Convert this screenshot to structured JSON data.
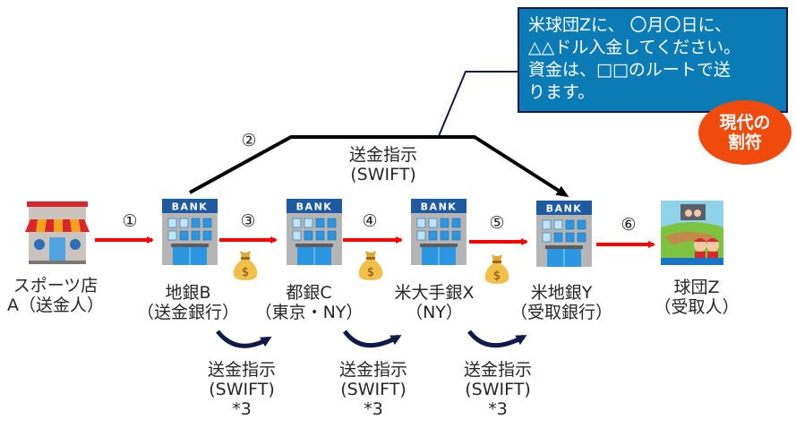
{
  "callout": {
    "lines": [
      "米球団Zに、 〇月〇日に、",
      "△△ドル入金してください。",
      "資金は、□□のルートで送",
      "ります。"
    ]
  },
  "badge": {
    "lines": [
      "現代の",
      "割符"
    ]
  },
  "top_route": {
    "step": "②",
    "lines": [
      "送金指示",
      "(SWIFT)"
    ]
  },
  "nodes": [
    {
      "icon": "shop-icon",
      "lines": [
        "スポーツ店",
        "A（送金人）"
      ]
    },
    {
      "icon": "bank-icon",
      "bank_sign": "BANK",
      "lines": [
        "地銀B",
        "（送金銀行）"
      ]
    },
    {
      "icon": "bank-icon",
      "bank_sign": "BANK",
      "lines": [
        "都銀C",
        "（東京・NY）"
      ]
    },
    {
      "icon": "bank-icon",
      "bank_sign": "BANK",
      "lines": [
        "米大手銀X",
        "（NY）"
      ]
    },
    {
      "icon": "bank-icon",
      "bank_sign": "BANK",
      "lines": [
        "米地銀Y",
        "（受取銀行）"
      ]
    },
    {
      "icon": "baseball-team-icon",
      "lines": [
        "球団Z",
        "（受取人）"
      ]
    }
  ],
  "steps": [
    "①",
    "③",
    "④",
    "⑤",
    "⑥"
  ],
  "money_bag_symbol": "$",
  "swift_notes": [
    {
      "lines": [
        "送金指示",
        "(SWIFT)",
        "*3"
      ]
    },
    {
      "lines": [
        "送金指示",
        "(SWIFT)",
        "*3"
      ]
    },
    {
      "lines": [
        "送金指示",
        "(SWIFT)",
        "*3"
      ]
    }
  ],
  "colors": {
    "flow_arrow": "#ff0000",
    "route_line": "#000000",
    "callout_bg": "#0b7bb6",
    "badge_bg": "#f04a0c",
    "swift_arc": "#101a4a"
  }
}
